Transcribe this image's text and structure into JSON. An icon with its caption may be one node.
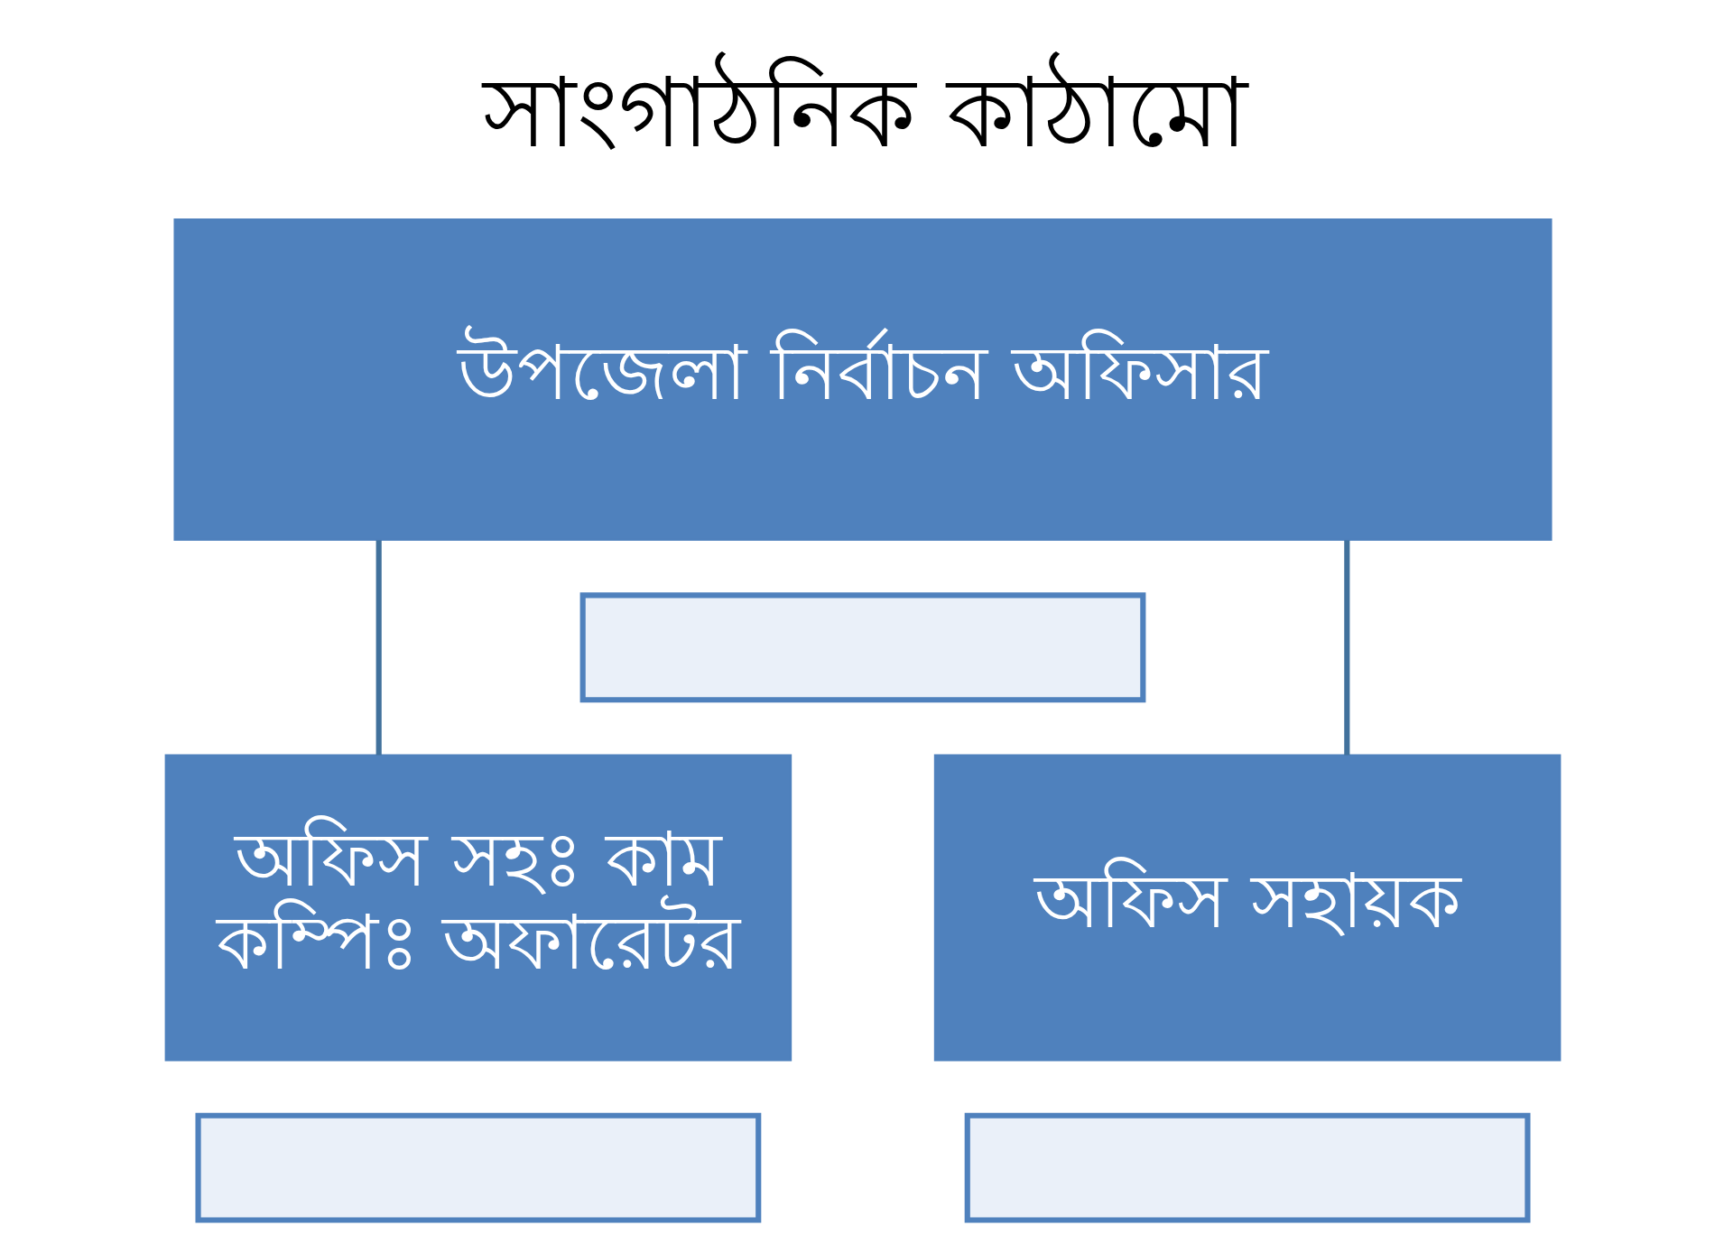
{
  "diagram": {
    "title": "সাংগাঠনিক কাঠামো",
    "nodes": [
      {
        "text": [
          "উপজেলা নির্বাচন অফিসার"
        ]
      },
      {
        "text": [],
        "shape": "box"
      },
      {
        "text": [
          "অফিস সহঃ কাম কম্পিঃ অফারেটর"
        ]
      },
      {
        "text": [
          "অফিস সহায়ক"
        ]
      },
      {
        "text": [],
        "shape": "box"
      },
      {
        "text": [],
        "shape": "box"
      }
    ],
    "edges": [
      {
        "from": 0,
        "to": 2,
        "arrow": "none"
      },
      {
        "from": 0,
        "to": 3,
        "arrow": "none"
      }
    ]
  }
}
